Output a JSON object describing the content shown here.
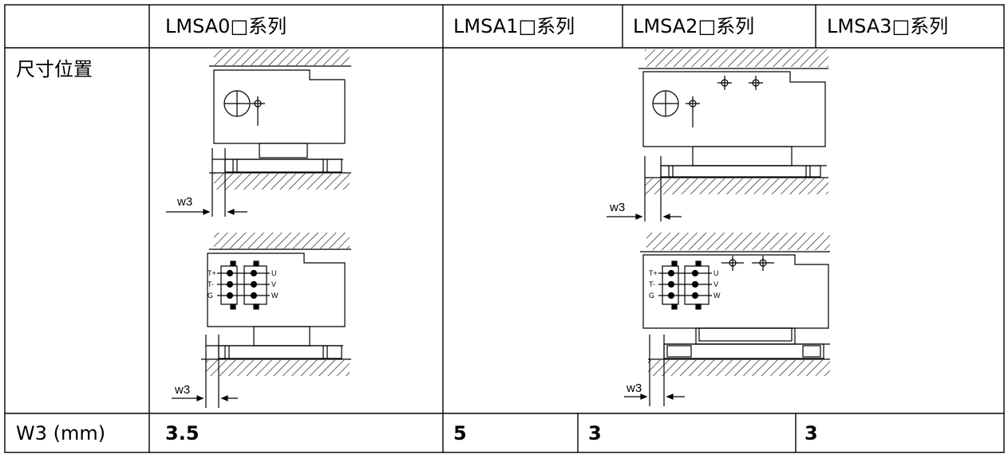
{
  "table": {
    "header": {
      "blank": "",
      "col_lmsa0": "LMSA0□系列",
      "col_lmsa1": "LMSA1□系列",
      "col_lmsa2": "LMSA2□系列",
      "col_lmsa3": "LMSA3□系列"
    },
    "row_position": {
      "label": "尺寸位置"
    },
    "row_w3": {
      "label": "W3 (mm)",
      "lmsa0": "3.5",
      "lmsa1": "5",
      "lmsa2": "3",
      "lmsa3": "3"
    }
  },
  "drawings": {
    "w3_label": "w3",
    "terminal_left": [
      "T+",
      "T-",
      "G"
    ],
    "terminal_right": [
      "U",
      "V",
      "W"
    ]
  }
}
